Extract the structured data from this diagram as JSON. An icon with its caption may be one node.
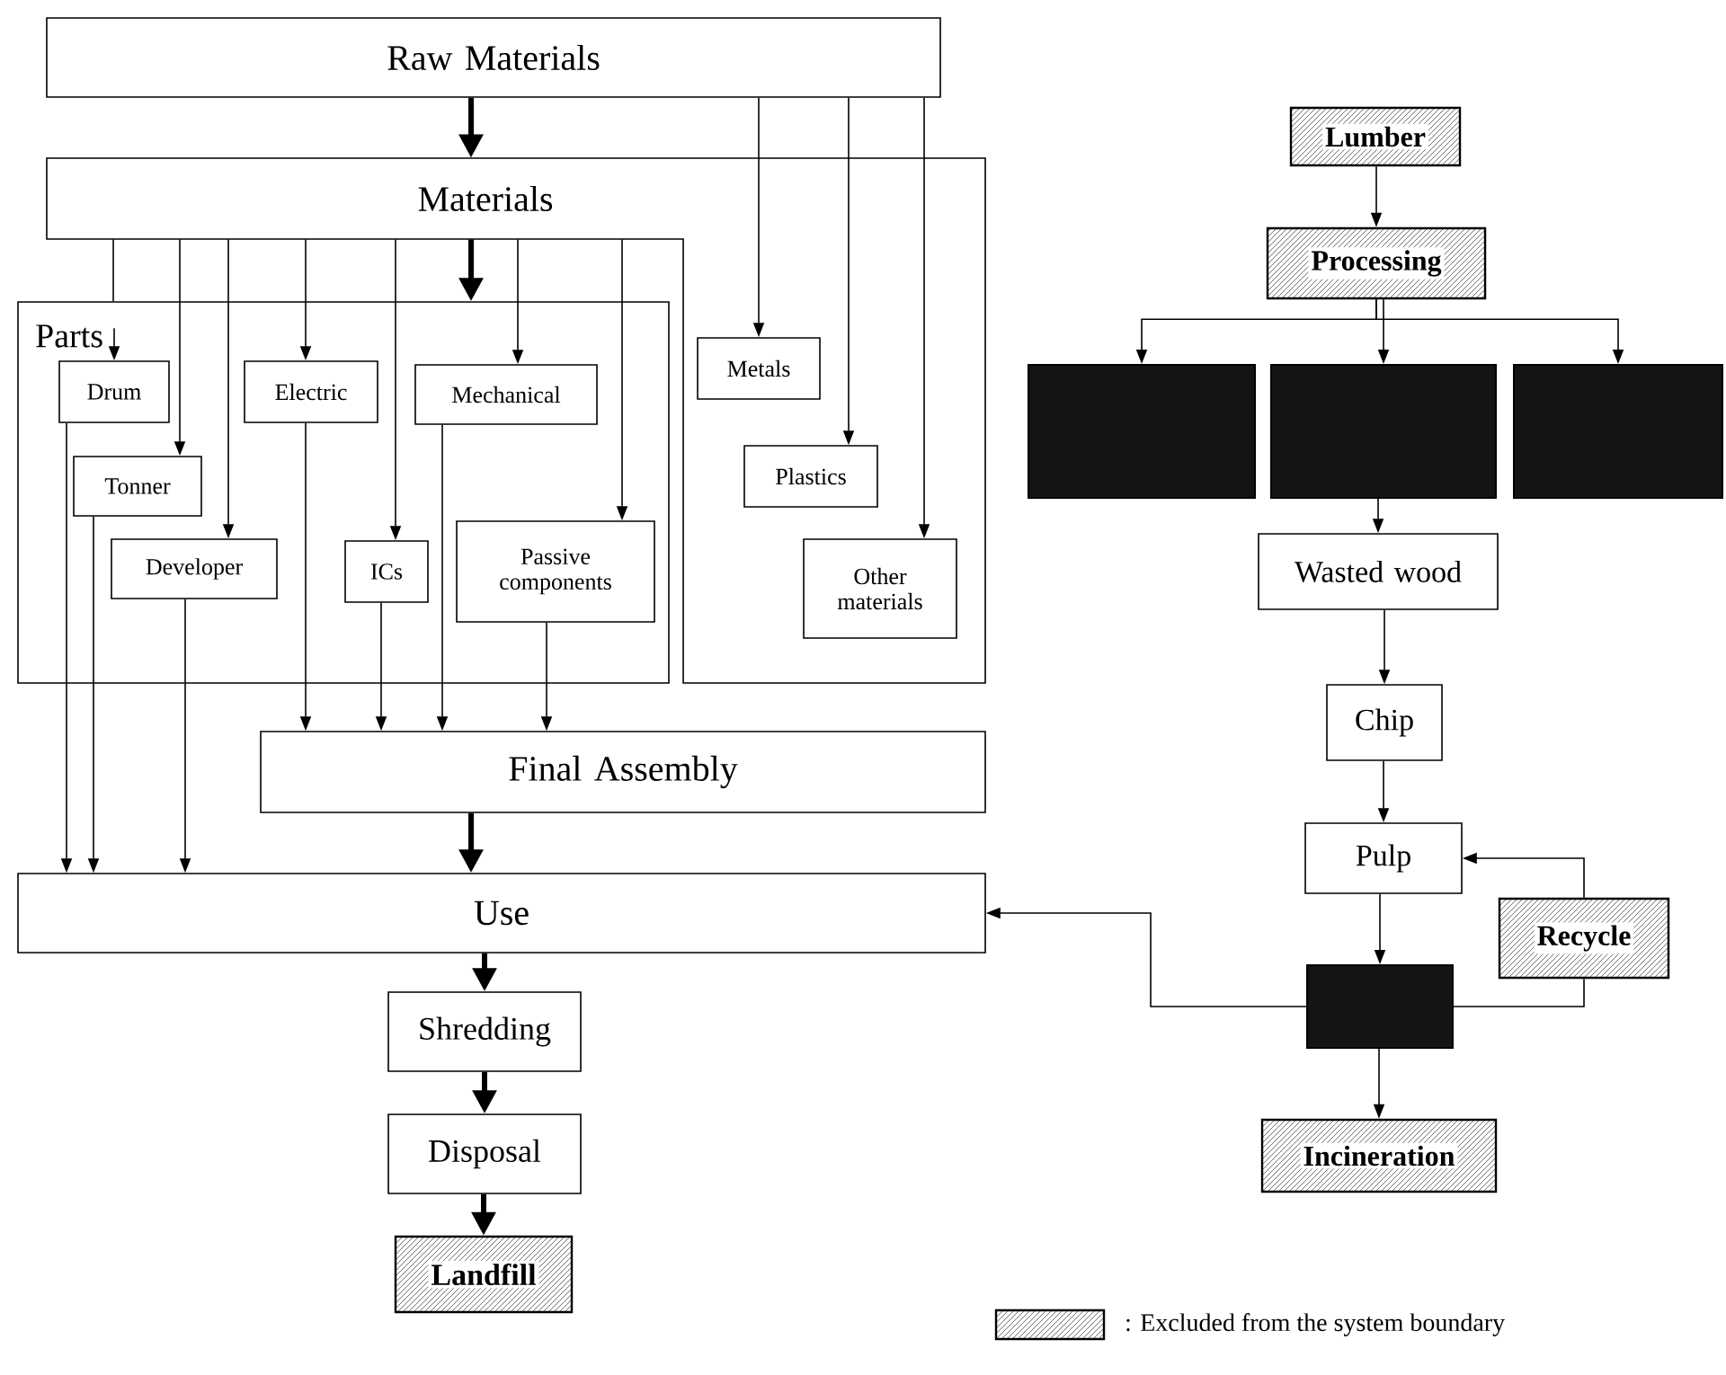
{
  "diagram": {
    "nodes": [
      {
        "text": [
          "Raw Materials"
        ]
      },
      {
        "text": [
          "Materials"
        ]
      },
      {
        "text": [
          "Parts"
        ]
      },
      {
        "text": [
          "Drum"
        ],
        "in": 2
      },
      {
        "text": [
          "Tonner"
        ],
        "in": 2
      },
      {
        "text": [
          "Developer"
        ],
        "in": 2
      },
      {
        "text": [
          "Electric"
        ],
        "in": 2
      },
      {
        "text": [
          "ICs"
        ],
        "in": 2
      },
      {
        "text": [
          "Mechanical"
        ],
        "in": 2
      },
      {
        "text": [
          "Passive components"
        ],
        "in": 2
      },
      {
        "text": [
          "Metals"
        ],
        "in": 1
      },
      {
        "text": [
          "Plastics"
        ],
        "in": 1
      },
      {
        "text": [
          "Other materials"
        ],
        "in": 1
      },
      {
        "text": [
          "Final Assembly"
        ]
      },
      {
        "text": [
          "Use"
        ]
      },
      {
        "text": [
          "Shredding"
        ]
      },
      {
        "text": [
          "Disposal"
        ]
      },
      {
        "text": [
          "Landfill"
        ]
      },
      {
        "text": [
          "Lumber"
        ]
      },
      {
        "text": [
          "Processing"
        ]
      },
      {
        "text": [],
        "shape": "box"
      },
      {
        "text": [],
        "shape": "box"
      },
      {
        "text": [],
        "shape": "box"
      },
      {
        "text": [
          "Wasted wood"
        ]
      },
      {
        "text": [
          "Chip"
        ]
      },
      {
        "text": [
          "Pulp"
        ]
      },
      {
        "text": [],
        "shape": "box"
      },
      {
        "text": [
          "Recycle"
        ]
      },
      {
        "text": [
          "Incineration"
        ]
      }
    ],
    "edges": [
      {
        "from": 0,
        "to": 1,
        "arrow": "to",
        "style": "thick"
      },
      {
        "from": 0,
        "to": 10,
        "arrow": "to"
      },
      {
        "from": 0,
        "to": 11,
        "arrow": "to"
      },
      {
        "from": 0,
        "to": 12,
        "arrow": "to"
      },
      {
        "from": 1,
        "to": 2,
        "arrow": "to",
        "style": "thick"
      },
      {
        "from": 1,
        "to": 2,
        "arrow": "none"
      },
      {
        "from": 2,
        "to": 3,
        "arrow": "to"
      },
      {
        "from": 1,
        "to": 4,
        "arrow": "to"
      },
      {
        "from": 1,
        "to": 5,
        "arrow": "to"
      },
      {
        "from": 1,
        "to": 6,
        "arrow": "to"
      },
      {
        "from": 1,
        "to": 7,
        "arrow": "to"
      },
      {
        "from": 1,
        "to": 8,
        "arrow": "to"
      },
      {
        "from": 1,
        "to": 9,
        "arrow": "to"
      },
      {
        "from": 3,
        "to": 14,
        "arrow": "to"
      },
      {
        "from": 4,
        "to": 14,
        "arrow": "to"
      },
      {
        "from": 5,
        "to": 14,
        "arrow": "to"
      },
      {
        "from": 6,
        "to": 13,
        "arrow": "to"
      },
      {
        "from": 7,
        "to": 13,
        "arrow": "to"
      },
      {
        "from": 8,
        "to": 13,
        "arrow": "to"
      },
      {
        "from": 9,
        "to": 13,
        "arrow": "to"
      },
      {
        "from": 13,
        "to": 14,
        "arrow": "to",
        "style": "thick"
      },
      {
        "from": 14,
        "to": 15,
        "arrow": "to",
        "style": "thick"
      },
      {
        "from": 15,
        "to": 16,
        "arrow": "to",
        "style": "thick"
      },
      {
        "from": 16,
        "to": 17,
        "arrow": "to",
        "style": "thick"
      },
      {
        "from": 18,
        "to": 19,
        "arrow": "to"
      },
      {
        "from": 19,
        "to": 20,
        "arrow": "to"
      },
      {
        "from": 19,
        "to": 21,
        "arrow": "to"
      },
      {
        "from": 19,
        "to": 22,
        "arrow": "to"
      },
      {
        "from": 21,
        "to": 23,
        "arrow": "to"
      },
      {
        "from": 23,
        "to": 24,
        "arrow": "to"
      },
      {
        "from": 24,
        "to": 25,
        "arrow": "to"
      },
      {
        "from": 25,
        "to": 26,
        "arrow": "to"
      },
      {
        "from": 27,
        "to": 25,
        "arrow": "to"
      },
      {
        "from": 26,
        "to": 27,
        "arrow": "none"
      },
      {
        "from": 26,
        "to": 14,
        "arrow": "to"
      },
      {
        "from": 26,
        "to": 28,
        "arrow": "to"
      }
    ],
    "legend": [
      {
        "text": ": Excluded from the system boundary"
      }
    ]
  }
}
